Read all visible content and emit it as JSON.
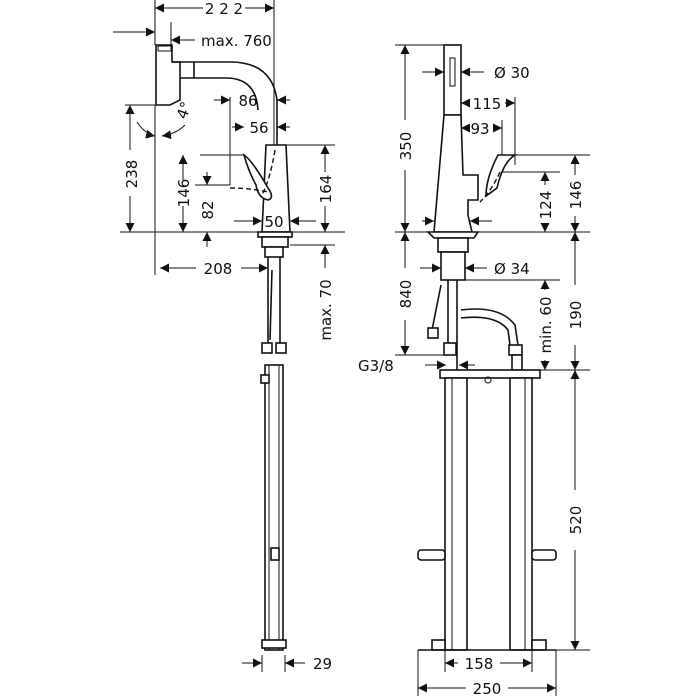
{
  "drawing": {
    "side_view": {
      "dimensions": {
        "width_total": "2 2 2",
        "pull_out": "max. 760",
        "angle": "4°",
        "spout_reach_outer": "86",
        "spout_reach_inner": "56",
        "spout_height": "238",
        "lever_height": "146",
        "lever_low": "82",
        "body_height": "164",
        "body_diameter": "50",
        "reach": "208",
        "deck_thickness": "max. 70",
        "rail_width": "29"
      }
    },
    "front_view": {
      "dimensions": {
        "total_height": "350",
        "spout_diameter": "Ø 30",
        "lever_reach_outer": "115",
        "lever_reach_inner": "93",
        "lever_height_low": "124",
        "lever_height_high": "146",
        "shank_length": "840",
        "shank_diameter": "Ø 34",
        "hose_min": "min. 60",
        "hose_height": "190",
        "connection": "G3/8",
        "bracket_height": "520",
        "bracket_inner_width": "158",
        "bracket_outer_width": "250"
      }
    }
  }
}
